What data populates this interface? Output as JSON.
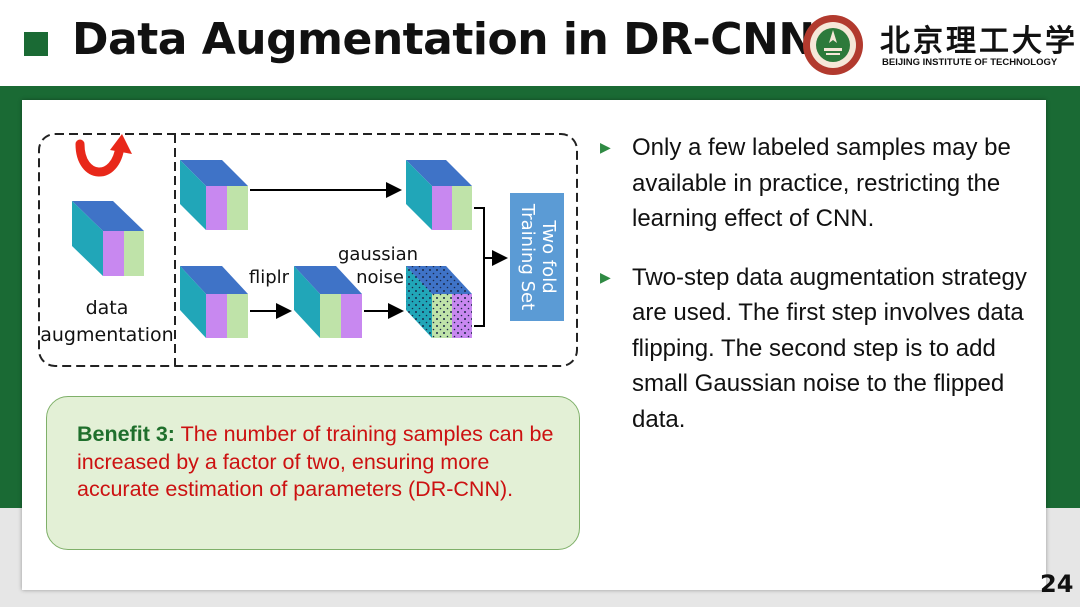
{
  "slide": {
    "title": "Data Augmentation in DR-CNN",
    "page_number": "24"
  },
  "logo": {
    "university_cn": "北京理工大学",
    "university_en": "BEIJING INSTITUTE OF TECHNOLOGY"
  },
  "diagram": {
    "left_label_line1": "data",
    "left_label_line2": "augmentation",
    "flip_label": "fliplr",
    "noise_label_line1": "gaussian",
    "noise_label_line2": "noise",
    "output_label_line1": "Two fold",
    "output_label_line2": "Training Set"
  },
  "bullets": [
    "Only a few labeled samples may be available in practice, restricting the learning effect of CNN.",
    "Two-step data augmentation strategy are used. The first step involves data flipping. The second step is to add small Gaussian noise to the flipped data."
  ],
  "benefit": {
    "label": "Benefit 3:",
    "text": "The number of training samples can be increased by a factor of two, ensuring more accurate estimation of parameters (DR-CNN)."
  },
  "colors": {
    "brand_green": "#1a6a34",
    "cube_top": "#3f73c7",
    "cube_front_teal": "#21a6b8",
    "cube_purple": "#c888f0",
    "cube_green": "#bfe3a9",
    "output_box": "#5b9bd5",
    "benefit_label": "#1f6f2c",
    "benefit_text": "#cc1111"
  }
}
